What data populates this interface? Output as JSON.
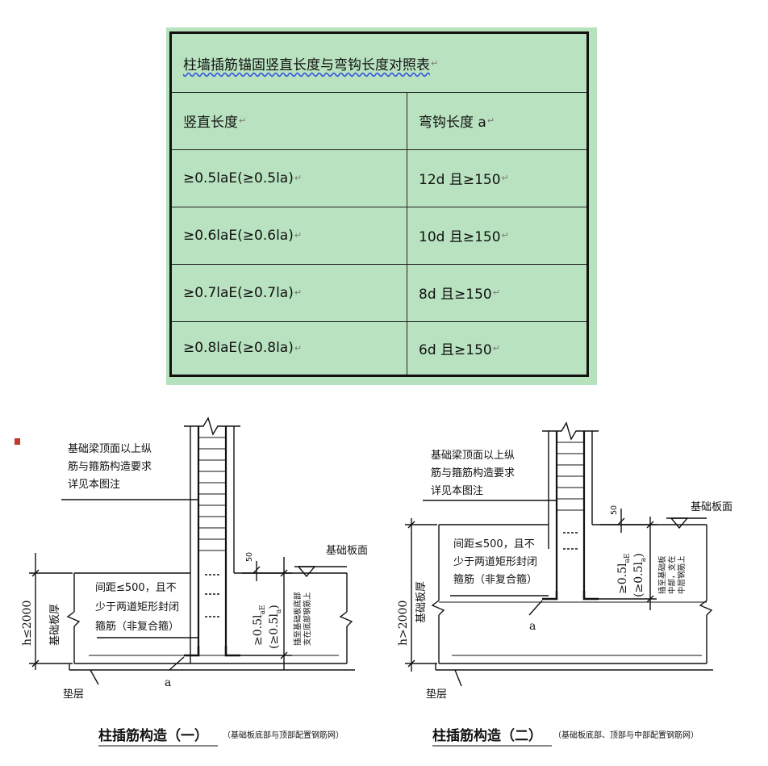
{
  "table": {
    "title": "柱墙插筋锚固竖直长度与弯钩长度对照表",
    "headers": [
      "竖直长度",
      "弯钩长度 a"
    ],
    "rows": [
      [
        "≥0.5laE(≥0.5la)",
        "12d 且≥150"
      ],
      [
        "≥0.6laE(≥0.6la)",
        "10d 且≥150"
      ],
      [
        "≥0.7laE(≥0.7la)",
        "8d 且≥150"
      ],
      [
        "≥0.8laE(≥0.8la)",
        "6d 且≥150"
      ]
    ],
    "paragraph_mark": "↵"
  },
  "diagram1": {
    "note_top": [
      "基础梁顶面以上纵",
      "筋与箍筋构造要求",
      "详见本图注"
    ],
    "note_stirrup": [
      "间距≤500，且不",
      "少于两道矩形封闭",
      "箍筋（非复合箍）"
    ],
    "label_slab_top": "基础板面",
    "label_thickness": "基础板厚",
    "label_h": "h≤2000",
    "label_50": "50",
    "label_anchor": "≥0.5l",
    "label_anchor_sub": "aE",
    "label_anchor2": "(≥0.5l",
    "label_anchor2_sub": "a",
    "label_anchor2_end": ")",
    "label_reach": [
      "插至基础板底部",
      "支在底部钢筋上"
    ],
    "label_a": "a",
    "label_cushion": "垫层",
    "caption": "柱插筋构造（一）",
    "caption_note": "（基础板底部与顶部配置钢筋网）"
  },
  "diagram2": {
    "note_top": [
      "基础梁顶面以上纵",
      "筋与箍筋构造要求",
      "详见本图注"
    ],
    "note_stirrup": [
      "间距≤500，且不",
      "少于两道矩形封闭",
      "箍筋（非复合箍）"
    ],
    "label_slab_top": "基础板面",
    "label_thickness": "基础板厚",
    "label_h": "h>2000",
    "label_50": "50",
    "label_anchor": "≥0.5l",
    "label_anchor_sub": "aE",
    "label_anchor2": "(≥0.5l",
    "label_anchor2_sub": "a",
    "label_anchor2_end": ")",
    "label_reach": [
      "插至基础板",
      "中部，支在",
      "中层钢筋上"
    ],
    "label_a": "a",
    "label_cushion": "垫层",
    "caption": "柱插筋构造（二）",
    "caption_note": "（基础板底部、顶部与中部配置钢筋网）"
  },
  "colors": {
    "table_bg": "#b9e3c0",
    "marker": "#c0392b"
  }
}
